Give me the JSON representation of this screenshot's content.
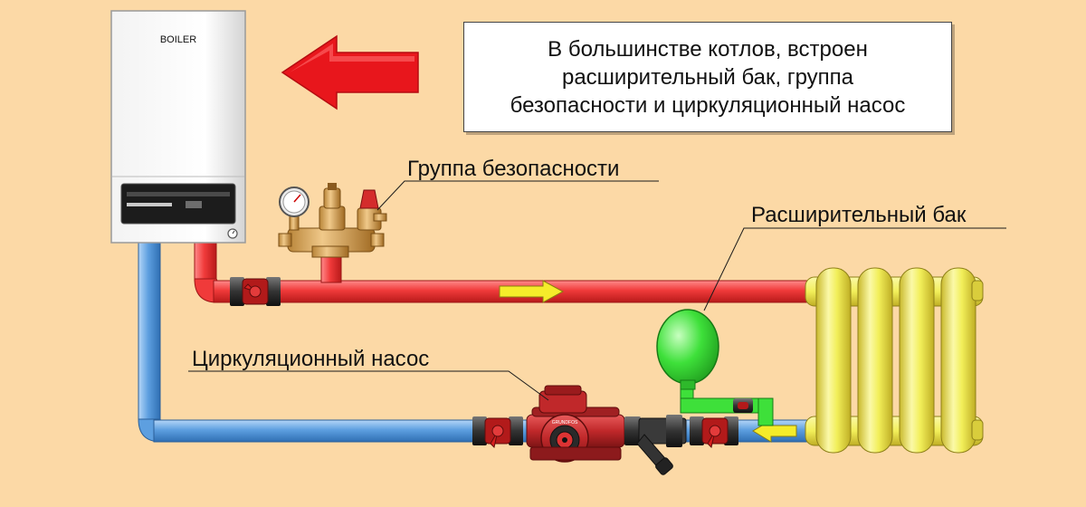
{
  "boiler": {
    "brand": "BOILER"
  },
  "note": {
    "lines": [
      "В большинстве котлов, встроен",
      "расширительный бак, группа",
      "безопасности и циркуляционный насос"
    ]
  },
  "labels": {
    "safety_group": "Группа безопасности",
    "expansion_tank": "Расширительный бак",
    "circulation_pump": "Циркуляционный насос"
  },
  "pump_brand": "GRUNDFOS",
  "colors": {
    "background": "#fcd9a6",
    "supply_pipe": "#f03a3a",
    "return_pipe": "#5d9fe0",
    "radiator": "#f2ef5a",
    "expansion_tank": "#3ee03a",
    "pump": "#c0282a",
    "flow_arrow": "#f5ec2a",
    "big_arrow": "#e8161c"
  }
}
